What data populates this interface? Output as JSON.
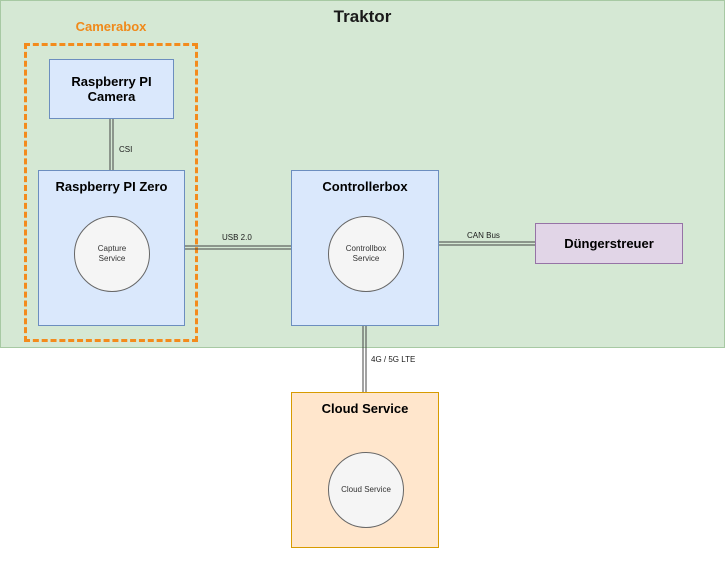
{
  "diagram": {
    "title": "Traktor",
    "group": {
      "title": "Camerabox"
    },
    "nodes": {
      "camera": {
        "title": "Raspberry PI\nCamera"
      },
      "pi_zero": {
        "title": "Raspberry PI Zero",
        "service": "Capture\nService"
      },
      "controllerbox": {
        "title": "Controllerbox",
        "service": "Controllbox\nService"
      },
      "duengerstreuer": {
        "title": "Düngerstreuer"
      },
      "cloud": {
        "title": "Cloud Service",
        "service": "Cloud Service"
      }
    },
    "edges": {
      "csi": "CSI",
      "usb": "USB 2.0",
      "can": "CAN Bus",
      "lte": "4G / 5G LTE"
    }
  },
  "colors": {
    "traktor_fill": "#d5e8d4",
    "node_blue": "#dae8fc",
    "node_orange": "#ffe6cc",
    "node_purple": "#e1d5e7",
    "group_dash": "#f38b1d"
  }
}
